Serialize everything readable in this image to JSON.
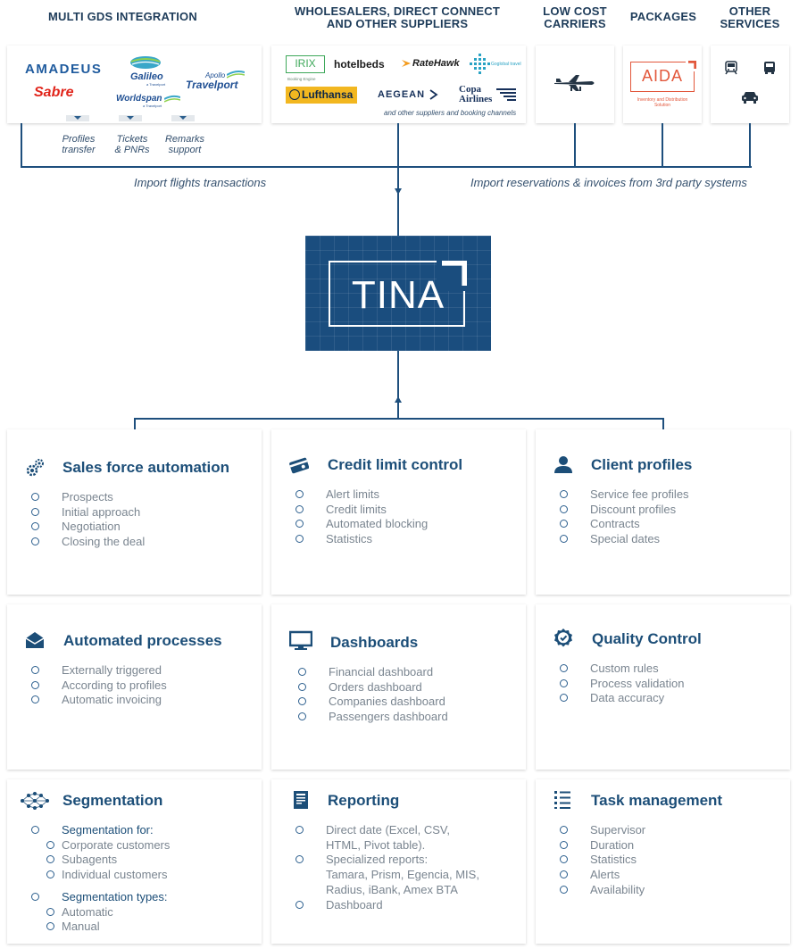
{
  "headers": {
    "gds": "MULTI GDS INTEGRATION",
    "wholesalers_l1": "WHOLESALERS, DIRECT CONNECT",
    "wholesalers_l2": "AND OTHER SUPPLIERS",
    "lowcost_l1": "LOW COST",
    "lowcost_l2": "CARRIERS",
    "packages": "PACKAGES",
    "other_l1": "OTHER",
    "other_l2": "SERVICES"
  },
  "gds_logos": {
    "amadeus": "amadeus",
    "sabre": "Sabre",
    "galileo": "Galileo",
    "galileo_sub": "a Travelport",
    "worldspan": "Worldspan",
    "worldspan_sub": "a Travelport",
    "apollo": "Apollo",
    "travelport": "Travelport"
  },
  "gds_features": [
    {
      "l1": "Profiles",
      "l2": "transfer"
    },
    {
      "l1": "Tickets",
      "l2": "& PNRs"
    },
    {
      "l1": "Remarks",
      "l2": "support"
    }
  ],
  "supplier_logos": {
    "irix": "IRIX",
    "irix_sub": "Booking Engine",
    "hotelbeds": "hotelbeds",
    "ratehawk": "RateHawk",
    "goglobal": "Goglobal travel",
    "lufthansa": "Lufthansa",
    "aegean": "AEGEAN",
    "copa_l1": "Copa",
    "copa_l2": "Airlines",
    "others": "and other suppliers and booking channels"
  },
  "aida": {
    "name": "AIDA",
    "sub_l1": "Inventory and Distribution",
    "sub_l2": "Solution"
  },
  "import_left": "Import flights transactions",
  "import_right": "Import reservations & invoices from 3rd party systems",
  "center": "TINA",
  "colors": {
    "navy": "#1a4d7e",
    "text": "#1c4e78",
    "gray": "#7a8590",
    "aida": "#e2573b"
  },
  "cards": [
    {
      "icon": "gears-icon",
      "title": "Sales force automation",
      "items": [
        "Prospects",
        "Initial approach",
        "Negotiation",
        "Closing the deal"
      ]
    },
    {
      "icon": "credit-card-icon",
      "title": "Credit limit control",
      "items": [
        "Alert limits",
        "Credit limits",
        "Automated blocking",
        "Statistics"
      ]
    },
    {
      "icon": "user-icon",
      "title": "Client profiles",
      "items": [
        "Service fee profiles",
        "Discount profiles",
        "Contracts",
        "Special dates"
      ]
    },
    {
      "icon": "envelope-icon",
      "title": "Automated processes",
      "items": [
        "Externally triggered",
        "According to profiles",
        "Automatic invoicing"
      ]
    },
    {
      "icon": "monitor-icon",
      "title": "Dashboards",
      "items": [
        "Financial dashboard",
        "Orders dashboard",
        "Companies dashboard",
        "Passengers dashboard"
      ]
    },
    {
      "icon": "badge-check-icon",
      "title": "Quality Control",
      "items": [
        "Custom rules",
        "Process validation",
        "Data accuracy"
      ]
    },
    {
      "icon": "network-icon",
      "title": "Segmentation",
      "seg_for": "Segmentation for:",
      "seg_for_items": [
        "Corporate customers",
        "Subagents",
        "Individual customers"
      ],
      "seg_types": "Segmentation types:",
      "seg_types_items": [
        "Automatic",
        "Manual"
      ]
    },
    {
      "icon": "report-icon",
      "title": "Reporting",
      "r1_l1": "Direct date (Excel, CSV,",
      "r1_l2": "HTML, Pivot table).",
      "r2_l1": "Specialized reports:",
      "r2_l2": "Tamara, Prism, Egencia, MIS,",
      "r2_l3": "Radius, iBank, Amex BTA",
      "r3": "Dashboard"
    },
    {
      "icon": "task-list-icon",
      "title": "Task management",
      "items": [
        "Supervisor",
        "Duration",
        "Statistics",
        "Alerts",
        "Availability"
      ]
    }
  ]
}
